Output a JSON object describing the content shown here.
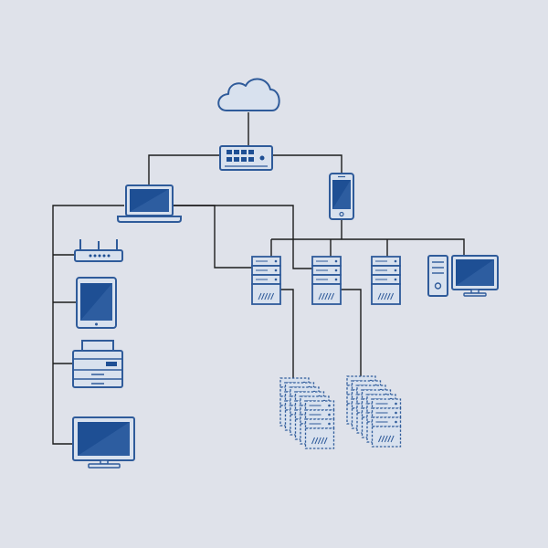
{
  "colors": {
    "background": "#dfe2ea",
    "device_fill": "#d8e1ee",
    "device_stroke": "#2f5b9a",
    "screen_fill": "#1e4f94",
    "screen_highlight": "#4a78b8",
    "line": "#1c1c1c"
  },
  "nodes": [
    {
      "id": "cloud",
      "icon": "cloud-icon"
    },
    {
      "id": "switch",
      "icon": "network-switch-icon"
    },
    {
      "id": "laptop",
      "icon": "laptop-icon"
    },
    {
      "id": "smartphone",
      "icon": "smartphone-icon"
    },
    {
      "id": "router",
      "icon": "wireless-router-icon"
    },
    {
      "id": "tablet",
      "icon": "tablet-icon"
    },
    {
      "id": "printer",
      "icon": "printer-icon"
    },
    {
      "id": "monitor",
      "icon": "monitor-icon"
    },
    {
      "id": "server-1",
      "icon": "server-icon"
    },
    {
      "id": "server-2",
      "icon": "server-icon"
    },
    {
      "id": "server-3",
      "icon": "server-icon"
    },
    {
      "id": "desktop-pc",
      "icon": "desktop-computer-icon"
    },
    {
      "id": "server-cluster-1",
      "icon": "server-cluster-icon"
    },
    {
      "id": "server-cluster-2",
      "icon": "server-cluster-icon"
    }
  ],
  "connections": [
    {
      "from": "cloud",
      "to": "switch"
    },
    {
      "from": "switch",
      "to": "laptop"
    },
    {
      "from": "switch",
      "to": "smartphone"
    },
    {
      "from": "laptop",
      "to": "router"
    },
    {
      "from": "laptop",
      "to": "tablet"
    },
    {
      "from": "laptop",
      "to": "printer"
    },
    {
      "from": "laptop",
      "to": "monitor"
    },
    {
      "from": "laptop",
      "to": "server-1"
    },
    {
      "from": "laptop",
      "to": "server-2"
    },
    {
      "from": "smartphone",
      "to": "server-1"
    },
    {
      "from": "smartphone",
      "to": "server-2"
    },
    {
      "from": "smartphone",
      "to": "server-3"
    },
    {
      "from": "smartphone",
      "to": "desktop-pc"
    },
    {
      "from": "server-1",
      "to": "server-cluster-1"
    },
    {
      "from": "server-2",
      "to": "server-cluster-2"
    }
  ]
}
